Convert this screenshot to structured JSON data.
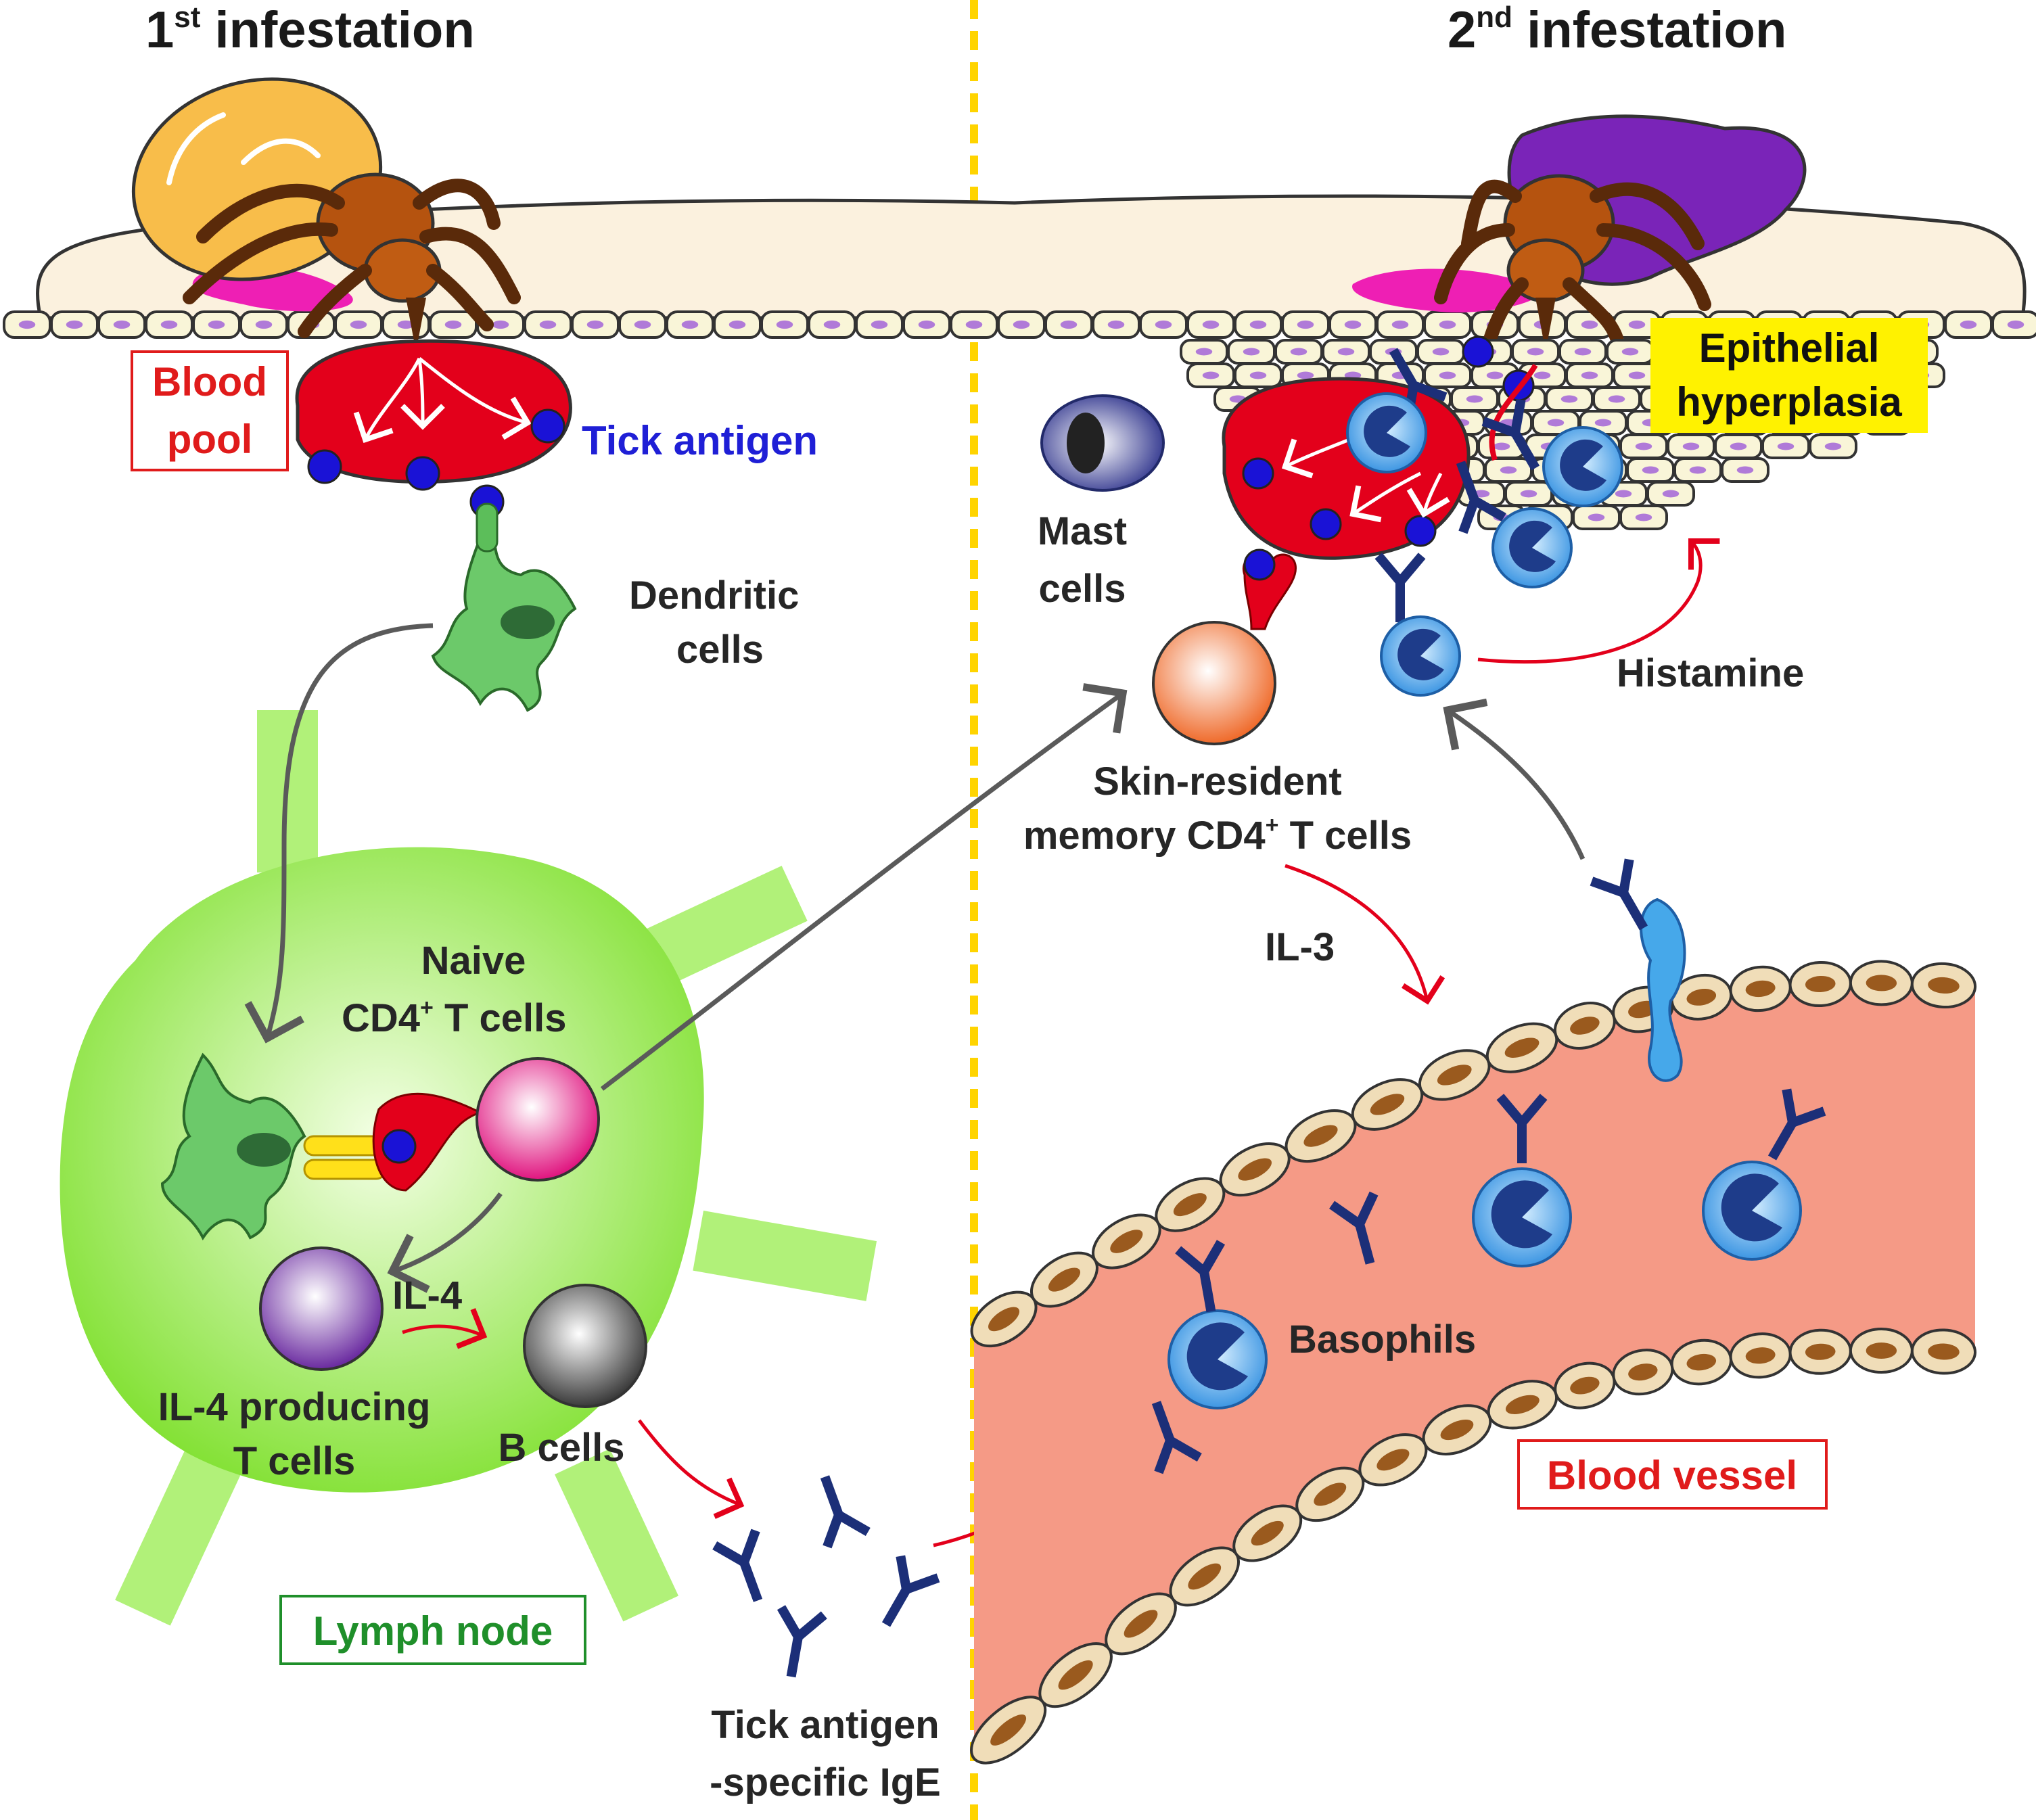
{
  "titles": {
    "first": {
      "num": "1",
      "sup": "st",
      "rest": " infestation"
    },
    "second": {
      "num": "2",
      "sup": "nd",
      "rest": " infestation"
    }
  },
  "labels": {
    "blood_pool_1": "Blood",
    "blood_pool_2": "pool",
    "tick_antigen": "Tick antigen",
    "dendritic_1": "Dendritic",
    "dendritic_2": "cells",
    "naive_1": "Naive",
    "naive_2_pre": "CD4",
    "naive_2_sup": "+",
    "naive_2_post": " T cells",
    "il4": "IL-4",
    "il4_producing_1": "IL-4 producing",
    "il4_producing_2": "T cells",
    "b_cells": "B cells",
    "lymph_node": "Lymph node",
    "ige_1": "Tick antigen",
    "ige_2": "-specific IgE",
    "mast_1": "Mast",
    "mast_2": "cells",
    "epithelial_1": "Epithelial",
    "epithelial_2": "hyperplasia",
    "histamine": "Histamine",
    "skin_resident_1": "Skin-resident",
    "skin_resident_2_pre": "memory CD4",
    "skin_resident_2_sup": "+",
    "skin_resident_2_post": " T cells",
    "il3": "IL-3",
    "basophils": "Basophils",
    "blood_vessel": "Blood vessel"
  },
  "colors": {
    "blood_red": "#e3001b",
    "antigen_blue": "#1a12d6",
    "lymph_green": "#8be64a",
    "vessel_salmon": "#f59a86",
    "ige_navy": "#1c2f78",
    "basophil_blue": "#3a9ae0",
    "divider_yellow": "#ffd400",
    "label_box_yellow": "#fff200"
  }
}
